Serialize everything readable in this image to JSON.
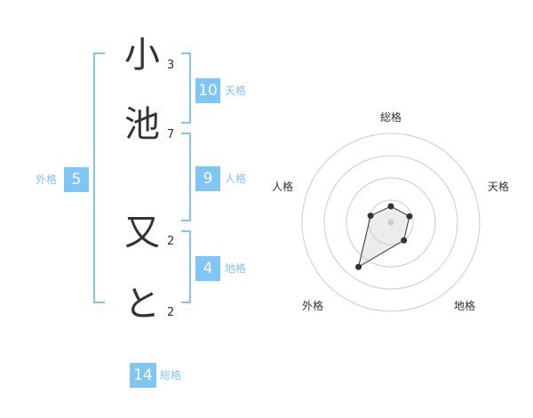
{
  "name_chars": [
    {
      "char": "小",
      "strokes": "3"
    },
    {
      "char": "池",
      "strokes": "7"
    },
    {
      "char": "又",
      "strokes": "2"
    },
    {
      "char": "と",
      "strokes": "2"
    }
  ],
  "kaku": {
    "tenkaku": {
      "value": "10",
      "label": "天格"
    },
    "jinkaku": {
      "value": "9",
      "label": "人格"
    },
    "chikaku": {
      "value": "4",
      "label": "地格"
    },
    "gaikaku": {
      "value": "5",
      "label": "外格"
    },
    "soukaku": {
      "value": "14",
      "label": "総格"
    }
  },
  "colors": {
    "accent": "#7fc6f5",
    "text": "#333333"
  },
  "chart_data": {
    "type": "radar",
    "axes": [
      "総格",
      "天格",
      "地格",
      "外格",
      "人格"
    ],
    "rings": 4,
    "series": [
      {
        "values": [
          0.18,
          0.22,
          0.25,
          0.62,
          0.24
        ]
      }
    ]
  }
}
